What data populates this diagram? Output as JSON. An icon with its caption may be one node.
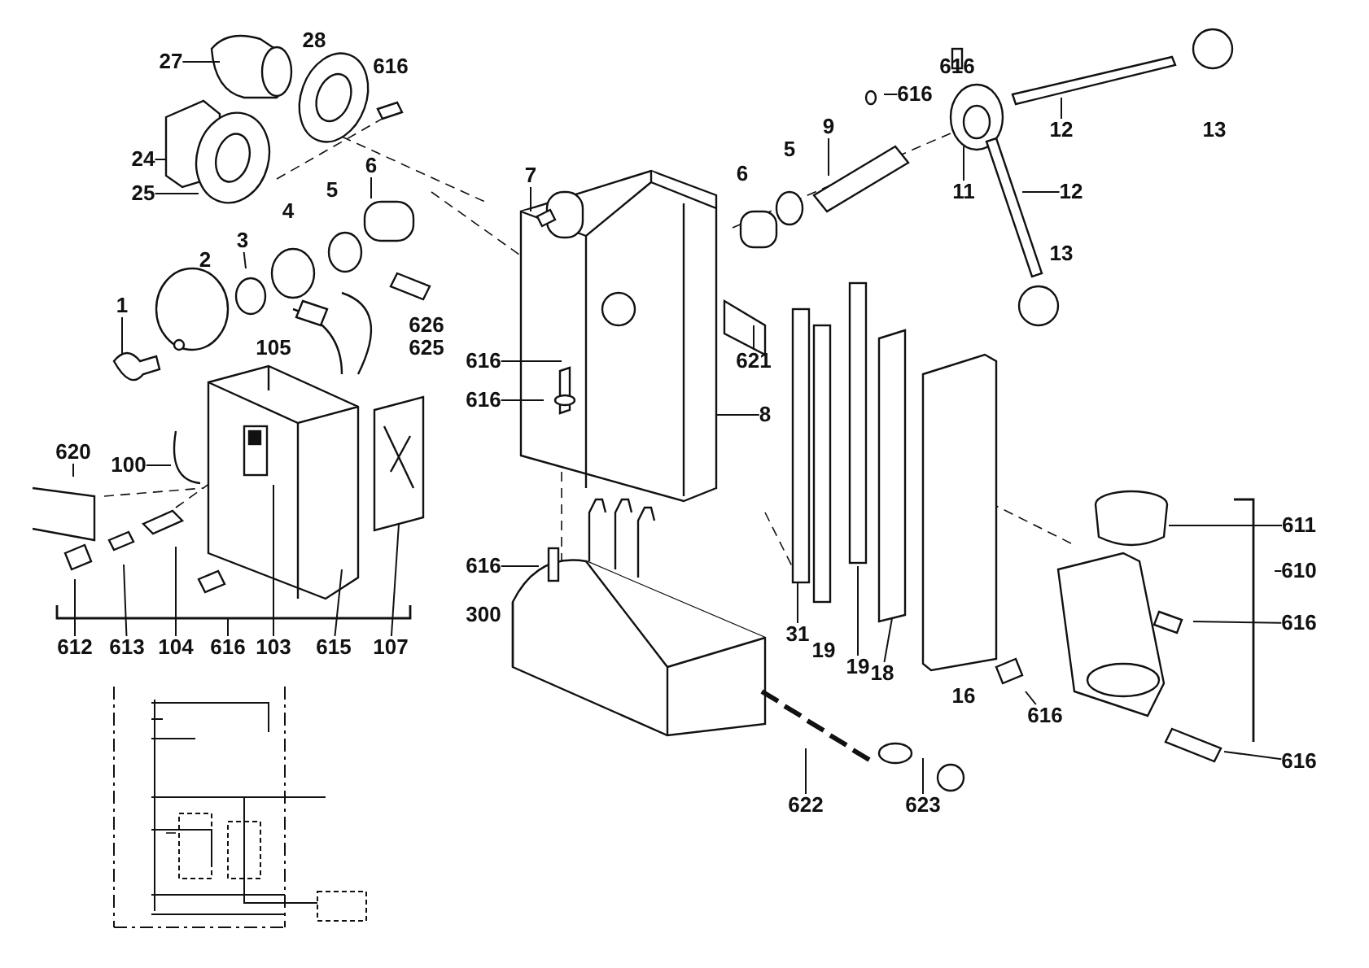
{
  "diagram": {
    "nodes": [
      {
        "text": [
          "27"
        ]
      },
      {
        "text": [
          "24"
        ]
      },
      {
        "text": [
          "25"
        ]
      },
      {
        "text": [
          "6"
        ]
      },
      {
        "text": [
          "3"
        ]
      },
      {
        "text": [
          "1"
        ]
      },
      {
        "text": [
          "7"
        ]
      },
      {
        "text": [
          "616"
        ]
      },
      {
        "text": [
          "616"
        ]
      },
      {
        "text": [
          "8"
        ]
      },
      {
        "text": [
          "620"
        ]
      },
      {
        "text": [
          "100"
        ]
      },
      {
        "text": [
          "616"
        ]
      },
      {
        "text": [
          "612"
        ]
      },
      {
        "text": [
          "613"
        ]
      },
      {
        "text": [
          "104"
        ]
      },
      {
        "text": [
          "616"
        ]
      },
      {
        "text": [
          "103"
        ]
      },
      {
        "text": [
          "615"
        ]
      },
      {
        "text": [
          "107"
        ]
      },
      {
        "text": [
          "616"
        ]
      },
      {
        "text": [
          "9"
        ]
      },
      {
        "text": [
          "12"
        ]
      },
      {
        "text": [
          "11"
        ]
      },
      {
        "text": [
          "12"
        ]
      },
      {
        "text": [
          "621"
        ]
      },
      {
        "text": [
          "31"
        ]
      },
      {
        "text": [
          "19"
        ]
      },
      {
        "text": [
          "18"
        ]
      },
      {
        "text": [
          "616"
        ]
      },
      {
        "text": [
          "622"
        ]
      },
      {
        "text": [
          "623"
        ]
      },
      {
        "text": [
          "611"
        ]
      },
      {
        "text": [
          "610"
        ]
      },
      {
        "text": [
          "616"
        ]
      },
      {
        "text": [
          "616"
        ]
      }
    ],
    "edges": [
      {
        "from": 0,
        "to": null,
        "arrow": "none"
      },
      {
        "from": 1,
        "to": null,
        "arrow": "none"
      },
      {
        "from": 2,
        "to": null,
        "arrow": "none"
      },
      {
        "from": 3,
        "to": null,
        "arrow": "none"
      },
      {
        "from": 4,
        "to": null,
        "arrow": "none"
      },
      {
        "from": 5,
        "to": null,
        "arrow": "none"
      },
      {
        "from": 6,
        "to": null,
        "arrow": "none"
      },
      {
        "from": 7,
        "to": null,
        "arrow": "none"
      },
      {
        "from": 8,
        "to": null,
        "arrow": "none"
      },
      {
        "from": 9,
        "to": null,
        "arrow": "none"
      },
      {
        "from": 10,
        "to": null,
        "arrow": "none"
      },
      {
        "from": 11,
        "to": null,
        "arrow": "none"
      },
      {
        "from": 12,
        "to": null,
        "arrow": "none"
      },
      {
        "from": 13,
        "to": null,
        "arrow": "none"
      },
      {
        "from": 14,
        "to": null,
        "arrow": "none"
      },
      {
        "from": 15,
        "to": null,
        "arrow": "none"
      },
      {
        "from": 16,
        "to": null,
        "arrow": "none"
      },
      {
        "from": 17,
        "to": null,
        "arrow": "none"
      },
      {
        "from": 18,
        "to": null,
        "arrow": "none"
      },
      {
        "from": 19,
        "to": null,
        "arrow": "none"
      },
      {
        "from": 20,
        "to": null,
        "arrow": "none"
      },
      {
        "from": 21,
        "to": null,
        "arrow": "none"
      },
      {
        "from": 22,
        "to": null,
        "arrow": "none"
      },
      {
        "from": 23,
        "to": null,
        "arrow": "none"
      },
      {
        "from": 24,
        "to": null,
        "arrow": "none"
      },
      {
        "from": 25,
        "to": null,
        "arrow": "none"
      },
      {
        "from": 26,
        "to": null,
        "arrow": "none"
      },
      {
        "from": 27,
        "to": null,
        "arrow": "none"
      },
      {
        "from": 28,
        "to": null,
        "arrow": "none"
      },
      {
        "from": 29,
        "to": null,
        "arrow": "none"
      },
      {
        "from": 30,
        "to": null,
        "arrow": "none"
      },
      {
        "from": 31,
        "to": null,
        "arrow": "none"
      },
      {
        "from": 32,
        "to": null,
        "arrow": "none"
      },
      {
        "from": 33,
        "to": null,
        "arrow": "none"
      },
      {
        "from": 34,
        "to": null,
        "arrow": "none"
      },
      {
        "from": 35,
        "to": null,
        "arrow": "none"
      }
    ],
    "labels": [
      "28",
      "616",
      "5",
      "4",
      "2",
      "105",
      "626",
      "625",
      "616",
      "6",
      "5",
      "13",
      "13",
      "300",
      "19",
      "16"
    ]
  }
}
